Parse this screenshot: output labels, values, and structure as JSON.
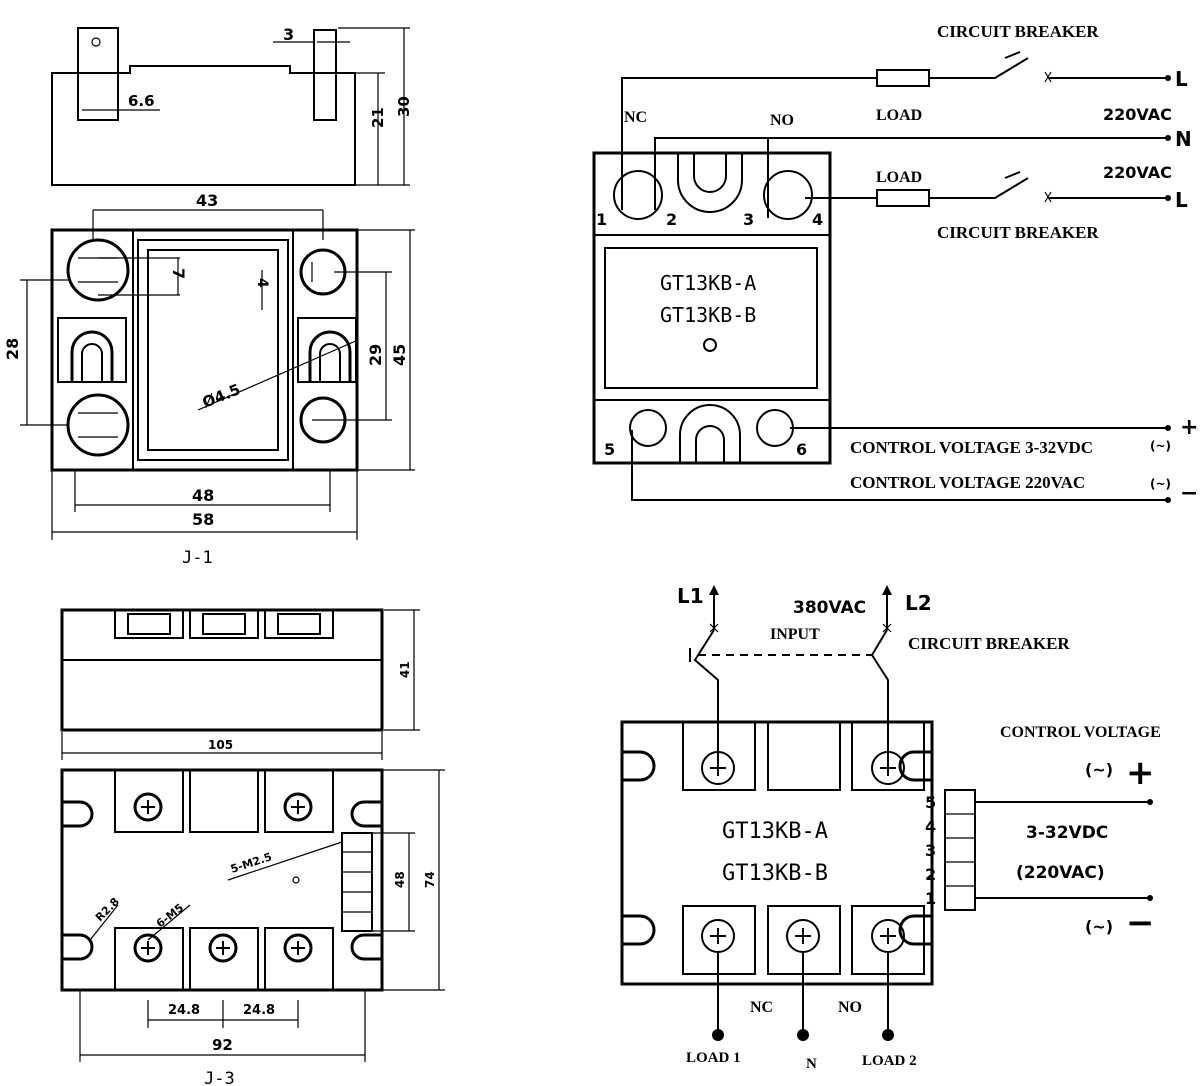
{
  "j1": {
    "caption": "J-1",
    "dims": {
      "pin_width": "3",
      "pin_spacing": "6.6",
      "body_height": "21",
      "total_height": "30",
      "top_width": "43",
      "screw_offset": "7",
      "screw_size": "4",
      "hole": "Ø4.5",
      "left_pitch": "28",
      "right_pitch": "29",
      "height": "45",
      "mount_pitch": "48",
      "width": "58"
    }
  },
  "j3": {
    "caption": "J-3",
    "dims": {
      "side_height": "41",
      "total_width": "105",
      "radius": "R2.8",
      "screw_m5": "6-M5",
      "screw_m25": "5-M2.5",
      "inner_height": "48",
      "height": "74",
      "pitch_left": "24.8",
      "pitch_right": "24.8",
      "mount_pitch": "92"
    }
  },
  "wiring1": {
    "labels": {
      "circuit_breaker_top": "CIRCUIT BREAKER",
      "circuit_breaker_bottom": "CIRCUIT BREAKER",
      "load_top": "LOAD",
      "load_bottom": "LOAD",
      "nc": "NC",
      "no": "NO",
      "voltage_top": "220VAC",
      "voltage_bottom": "220VAC",
      "line_l_top": "L",
      "line_n": "N",
      "line_l_bottom": "L",
      "model_a": "GT13KB-A",
      "model_b": "GT13KB-B",
      "control_dc": "CONTROL VOLTAGE 3-32VDC",
      "control_ac": "CONTROL VOLTAGE 220VAC",
      "plus": "+",
      "minus": "−",
      "tilde": "(~)"
    },
    "terminals": [
      "1",
      "2",
      "3",
      "4",
      "5",
      "6"
    ]
  },
  "wiring3": {
    "labels": {
      "l1": "L1",
      "l2": "L2",
      "voltage": "380VAC",
      "input": "INPUT",
      "circuit_breaker": "CIRCUIT BREAKER",
      "control_voltage": "CONTROL VOLTAGE",
      "model_a": "GT13KB-A",
      "model_b": "GT13KB-B",
      "dc_range": "3-32VDC",
      "ac_alt": "(220VAC)",
      "plus": "+",
      "minus": "−",
      "tilde": "(~)",
      "nc": "NC",
      "no": "NO",
      "load1": "LOAD 1",
      "n": "N",
      "load2": "LOAD 2"
    },
    "terminals": [
      "5",
      "4",
      "3",
      "2",
      "1"
    ]
  }
}
